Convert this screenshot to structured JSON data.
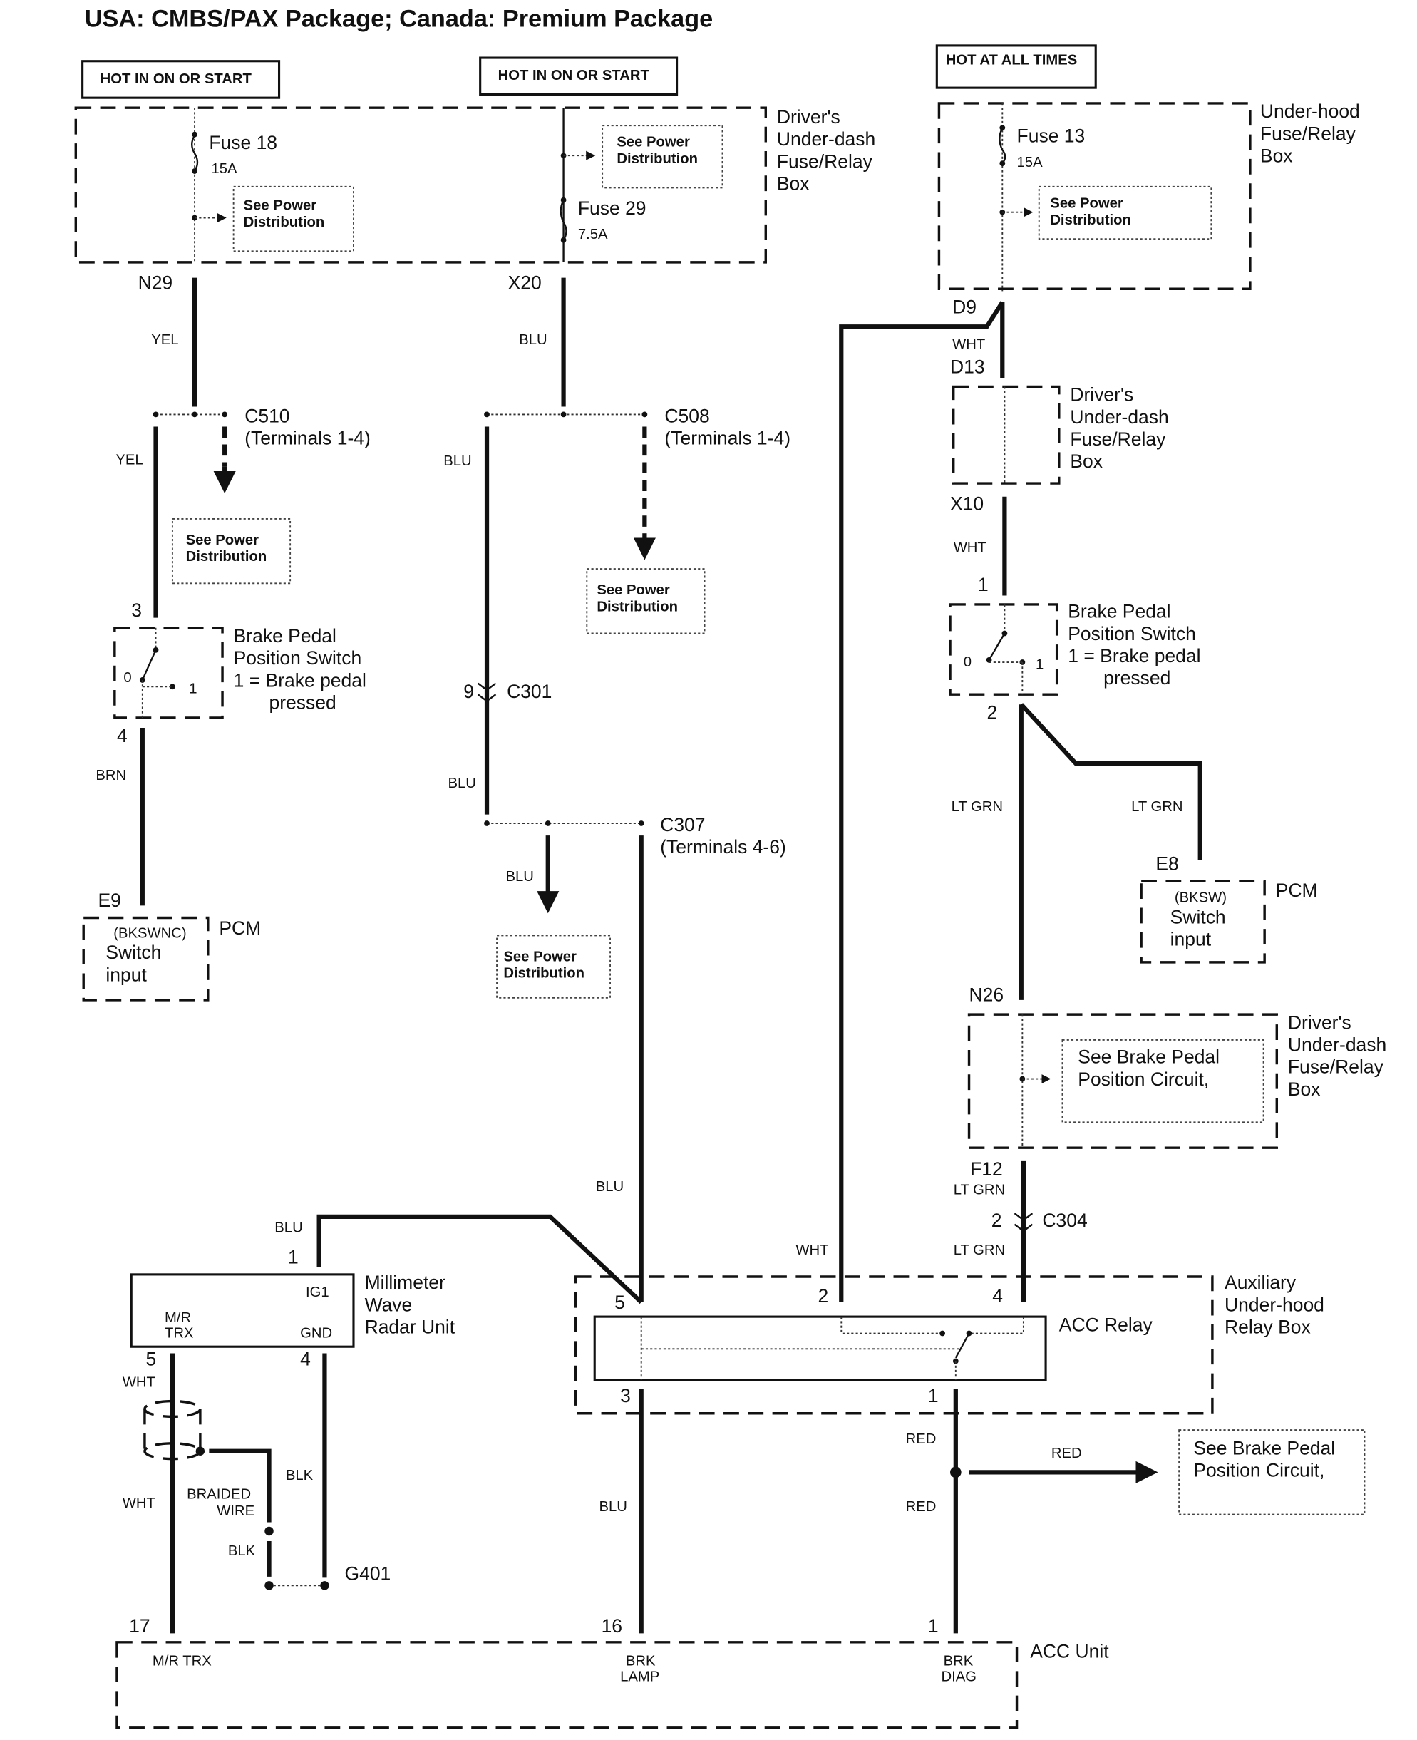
{
  "title": "USA: CMBS/PAX Package; Canada: Premium Package",
  "power_sources": {
    "hot_on_start_1": "HOT IN ON OR START",
    "hot_on_start_2": "HOT IN ON OR START",
    "hot_all_times": "HOT AT ALL TIMES"
  },
  "drivers_box_top": {
    "label": [
      "Driver's",
      "Under-dash",
      "Fuse/Relay",
      "Box"
    ],
    "fuse18": {
      "name": "Fuse 18",
      "rating": "15A"
    },
    "fuse29": {
      "name": "Fuse 29",
      "rating": "7.5A"
    }
  },
  "underhood_box": {
    "label": [
      "Under-hood",
      "Fuse/Relay",
      "Box"
    ],
    "fuse13": {
      "name": "Fuse 13",
      "rating": "15A"
    }
  },
  "see_power_distribution": [
    "See Power",
    "Distribution"
  ],
  "see_brake_pedal": [
    "See Brake Pedal",
    "Position Circuit,"
  ],
  "connectors": {
    "n29": "N29",
    "x20": "X20",
    "d9": "D9",
    "d13": "D13",
    "x10": "X10",
    "c510": "C510",
    "c510_terms": "(Terminals 1-4)",
    "c508": "C508",
    "c508_terms": "(Terminals 1-4)",
    "c301": "C301",
    "c301_pin": "9",
    "c307": "C307",
    "c307_terms": "(Terminals 4-6)",
    "e9": "E9",
    "e8": "E8",
    "n26": "N26",
    "f12": "F12",
    "c304": "C304",
    "c304_pin": "2",
    "g401": "G401"
  },
  "wire_colors": {
    "yel": "YEL",
    "blu": "BLU",
    "wht": "WHT",
    "brn": "BRN",
    "lt_grn": "LT GRN",
    "blk": "BLK",
    "red": "RED"
  },
  "braided_wire": [
    "BRAIDED",
    "WIRE"
  ],
  "brake_switch_left": {
    "label": [
      "Brake Pedal",
      "Position Switch",
      "1 = Brake pedal",
      "pressed"
    ],
    "pin_top": "3",
    "pin_bottom": "4",
    "pos0": "0",
    "pos1": "1"
  },
  "brake_switch_right": {
    "label": [
      "Brake Pedal",
      "Position Switch",
      "1 = Brake pedal",
      "pressed"
    ],
    "pin_top": "1",
    "pin_bottom": "2",
    "pos0": "0",
    "pos1": "1"
  },
  "drivers_box_mid": {
    "label": [
      "Driver's",
      "Under-dash",
      "Fuse/Relay",
      "Box"
    ]
  },
  "drivers_box_low": {
    "label": [
      "Driver's",
      "Under-dash",
      "Fuse/Relay",
      "Box"
    ]
  },
  "pcm_left": {
    "name": "PCM",
    "signal": "(BKSWNC)",
    "desc": [
      "Switch",
      "input"
    ]
  },
  "pcm_right": {
    "name": "PCM",
    "signal": "(BKSW)",
    "desc": [
      "Switch",
      "input"
    ]
  },
  "radar_unit": {
    "label": [
      "Millimeter",
      "Wave",
      "Radar Unit"
    ],
    "ig1": "IG1",
    "mr": "M/R",
    "trx": "TRX",
    "gnd": "GND",
    "pin_ig1": "1",
    "pin_trx": "5",
    "pin_gnd": "4"
  },
  "aux_relay_box": {
    "label": [
      "Auxiliary",
      "Under-hood",
      "Relay Box"
    ],
    "relay": "ACC Relay",
    "pins": {
      "p5": "5",
      "p2": "2",
      "p4": "4",
      "p3": "3",
      "p1": "1"
    }
  },
  "acc_unit": {
    "label": "ACC Unit",
    "pin17": "17",
    "pin16": "16",
    "pin1": "1",
    "mr_trx": "M/R TRX",
    "brk_lamp": [
      "BRK",
      "LAMP"
    ],
    "brk_diag": [
      "BRK",
      "DIAG"
    ]
  }
}
